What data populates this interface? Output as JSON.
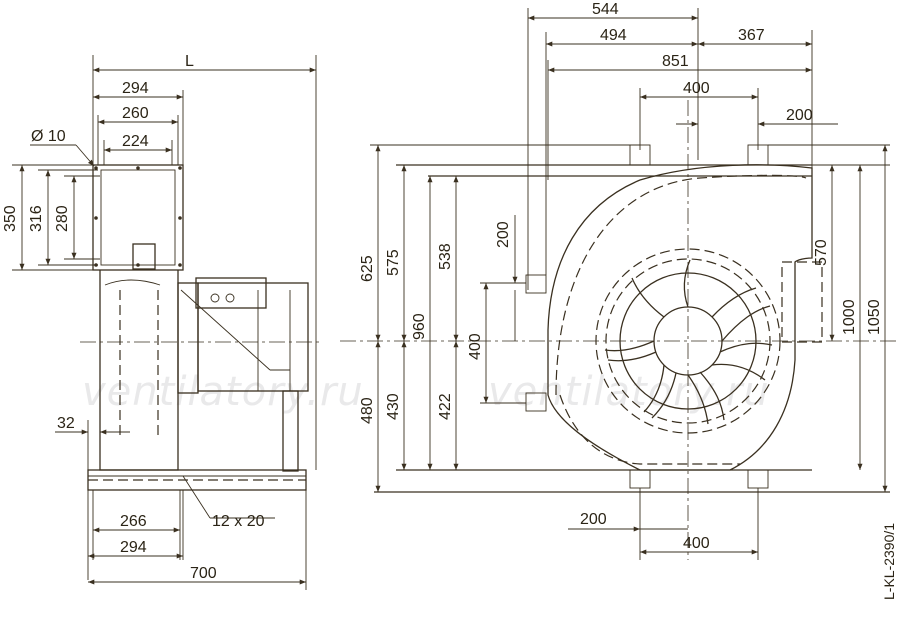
{
  "watermarks": [
    "ventilatory.ru",
    "ventilatory.ru"
  ],
  "drawing_code": "L-KL-2390/1",
  "side_view": {
    "L": "L",
    "w294_top": "294",
    "w260": "260",
    "w224": "224",
    "hole": "Ø 10",
    "h350": "350",
    "h316": "316",
    "h280": "280",
    "d32": "32",
    "slot": "12 x 20",
    "w266": "266",
    "w294_bottom": "294",
    "w700": "700"
  },
  "front_view": {
    "d544": "544",
    "d494": "494",
    "d367": "367",
    "d851": "851",
    "d400_top": "400",
    "d200_top": "200",
    "d200_left": "200",
    "d400_left": "400",
    "d570": "570",
    "d1000": "1000",
    "d1050": "1050",
    "d625": "625",
    "d575": "575",
    "d960": "960",
    "d538": "538",
    "d480": "480",
    "d430": "430",
    "d422": "422",
    "d200_bottom": "200",
    "d400_bottom": "400"
  }
}
